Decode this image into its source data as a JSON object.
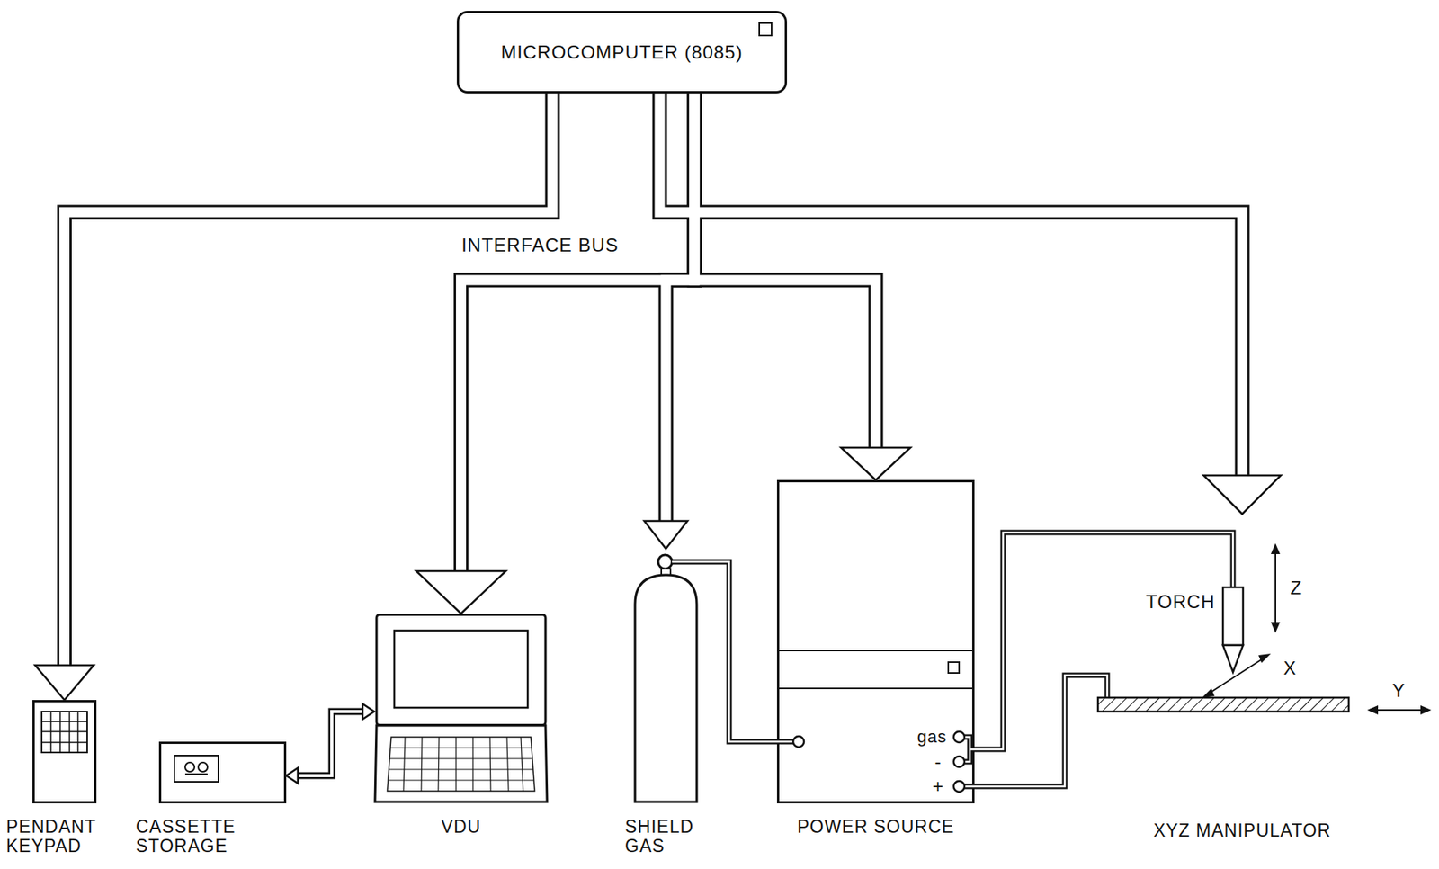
{
  "diagram": {
    "nodes": [
      {
        "text": [
          "MICROCOMPUTER (8085)"
        ]
      },
      {
        "text": [
          "PENDANT KEYPAD"
        ]
      },
      {
        "text": [
          "CASSETTE STORAGE"
        ]
      },
      {
        "text": [
          "VDU"
        ]
      },
      {
        "text": [
          "SHIELD GAS"
        ]
      },
      {
        "text": [
          "POWER SOURCE"
        ]
      },
      {
        "text": [
          "XYZ MANIPULATOR"
        ]
      }
    ],
    "edges": [
      {
        "from": 0,
        "to": 1,
        "arrow": "to"
      },
      {
        "from": 0,
        "to": 3,
        "arrow": "to"
      },
      {
        "from": 0,
        "to": 4,
        "arrow": "to"
      },
      {
        "from": 0,
        "to": 5,
        "arrow": "to"
      },
      {
        "from": 0,
        "to": 6,
        "arrow": "to"
      },
      {
        "from": 2,
        "to": 3,
        "arrow": "both"
      },
      {
        "from": 4,
        "to": 5,
        "arrow": "none"
      },
      {
        "from": 5,
        "to": 6,
        "arrow": "none"
      },
      {
        "from": 5,
        "to": 6,
        "arrow": "none"
      }
    ],
    "labels": [
      "INTERFACE BUS",
      "TORCH",
      "Z",
      "X",
      "Y",
      "gas",
      "-",
      "+"
    ]
  }
}
